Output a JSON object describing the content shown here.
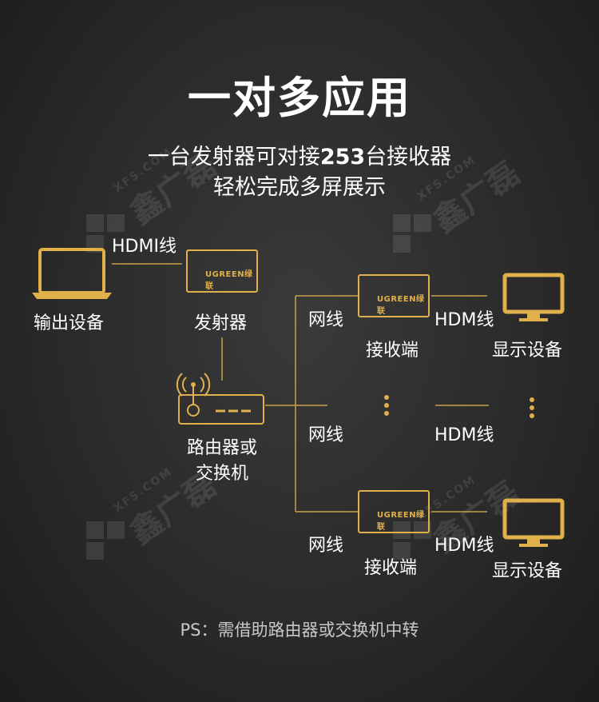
{
  "header": {
    "title": "一对多应用",
    "subtitle_line1_pre": "一台发射器可对接",
    "subtitle_line1_num": "253",
    "subtitle_line1_post": "台接收器",
    "subtitle_line2": "轻松完成多屏展示"
  },
  "nodes": {
    "output_device": "输出设备",
    "transmitter": "发射器",
    "router_line1": "路由器或",
    "router_line2": "交换机",
    "receiver_top": "接收端",
    "receiver_bottom": "接收端",
    "display_top": "显示设备",
    "display_bottom": "显示设备"
  },
  "links": {
    "hdmi_source": "HDMI线",
    "net_top": "网线",
    "net_mid": "网线",
    "net_bottom": "网线",
    "hdm_top": "HDM线",
    "hdm_mid": "HDM线",
    "hdm_bottom": "HDM线"
  },
  "brand": {
    "logo_text": "UGREEN绿联"
  },
  "watermark": {
    "text": "鑫广磊",
    "domain": "XFS.COM"
  },
  "footer": {
    "ps": "PS：需借助路由器或交换机中转"
  },
  "colors": {
    "accent": "#e0b04c",
    "background": "#2a2a2a",
    "text": "#ffffff"
  }
}
